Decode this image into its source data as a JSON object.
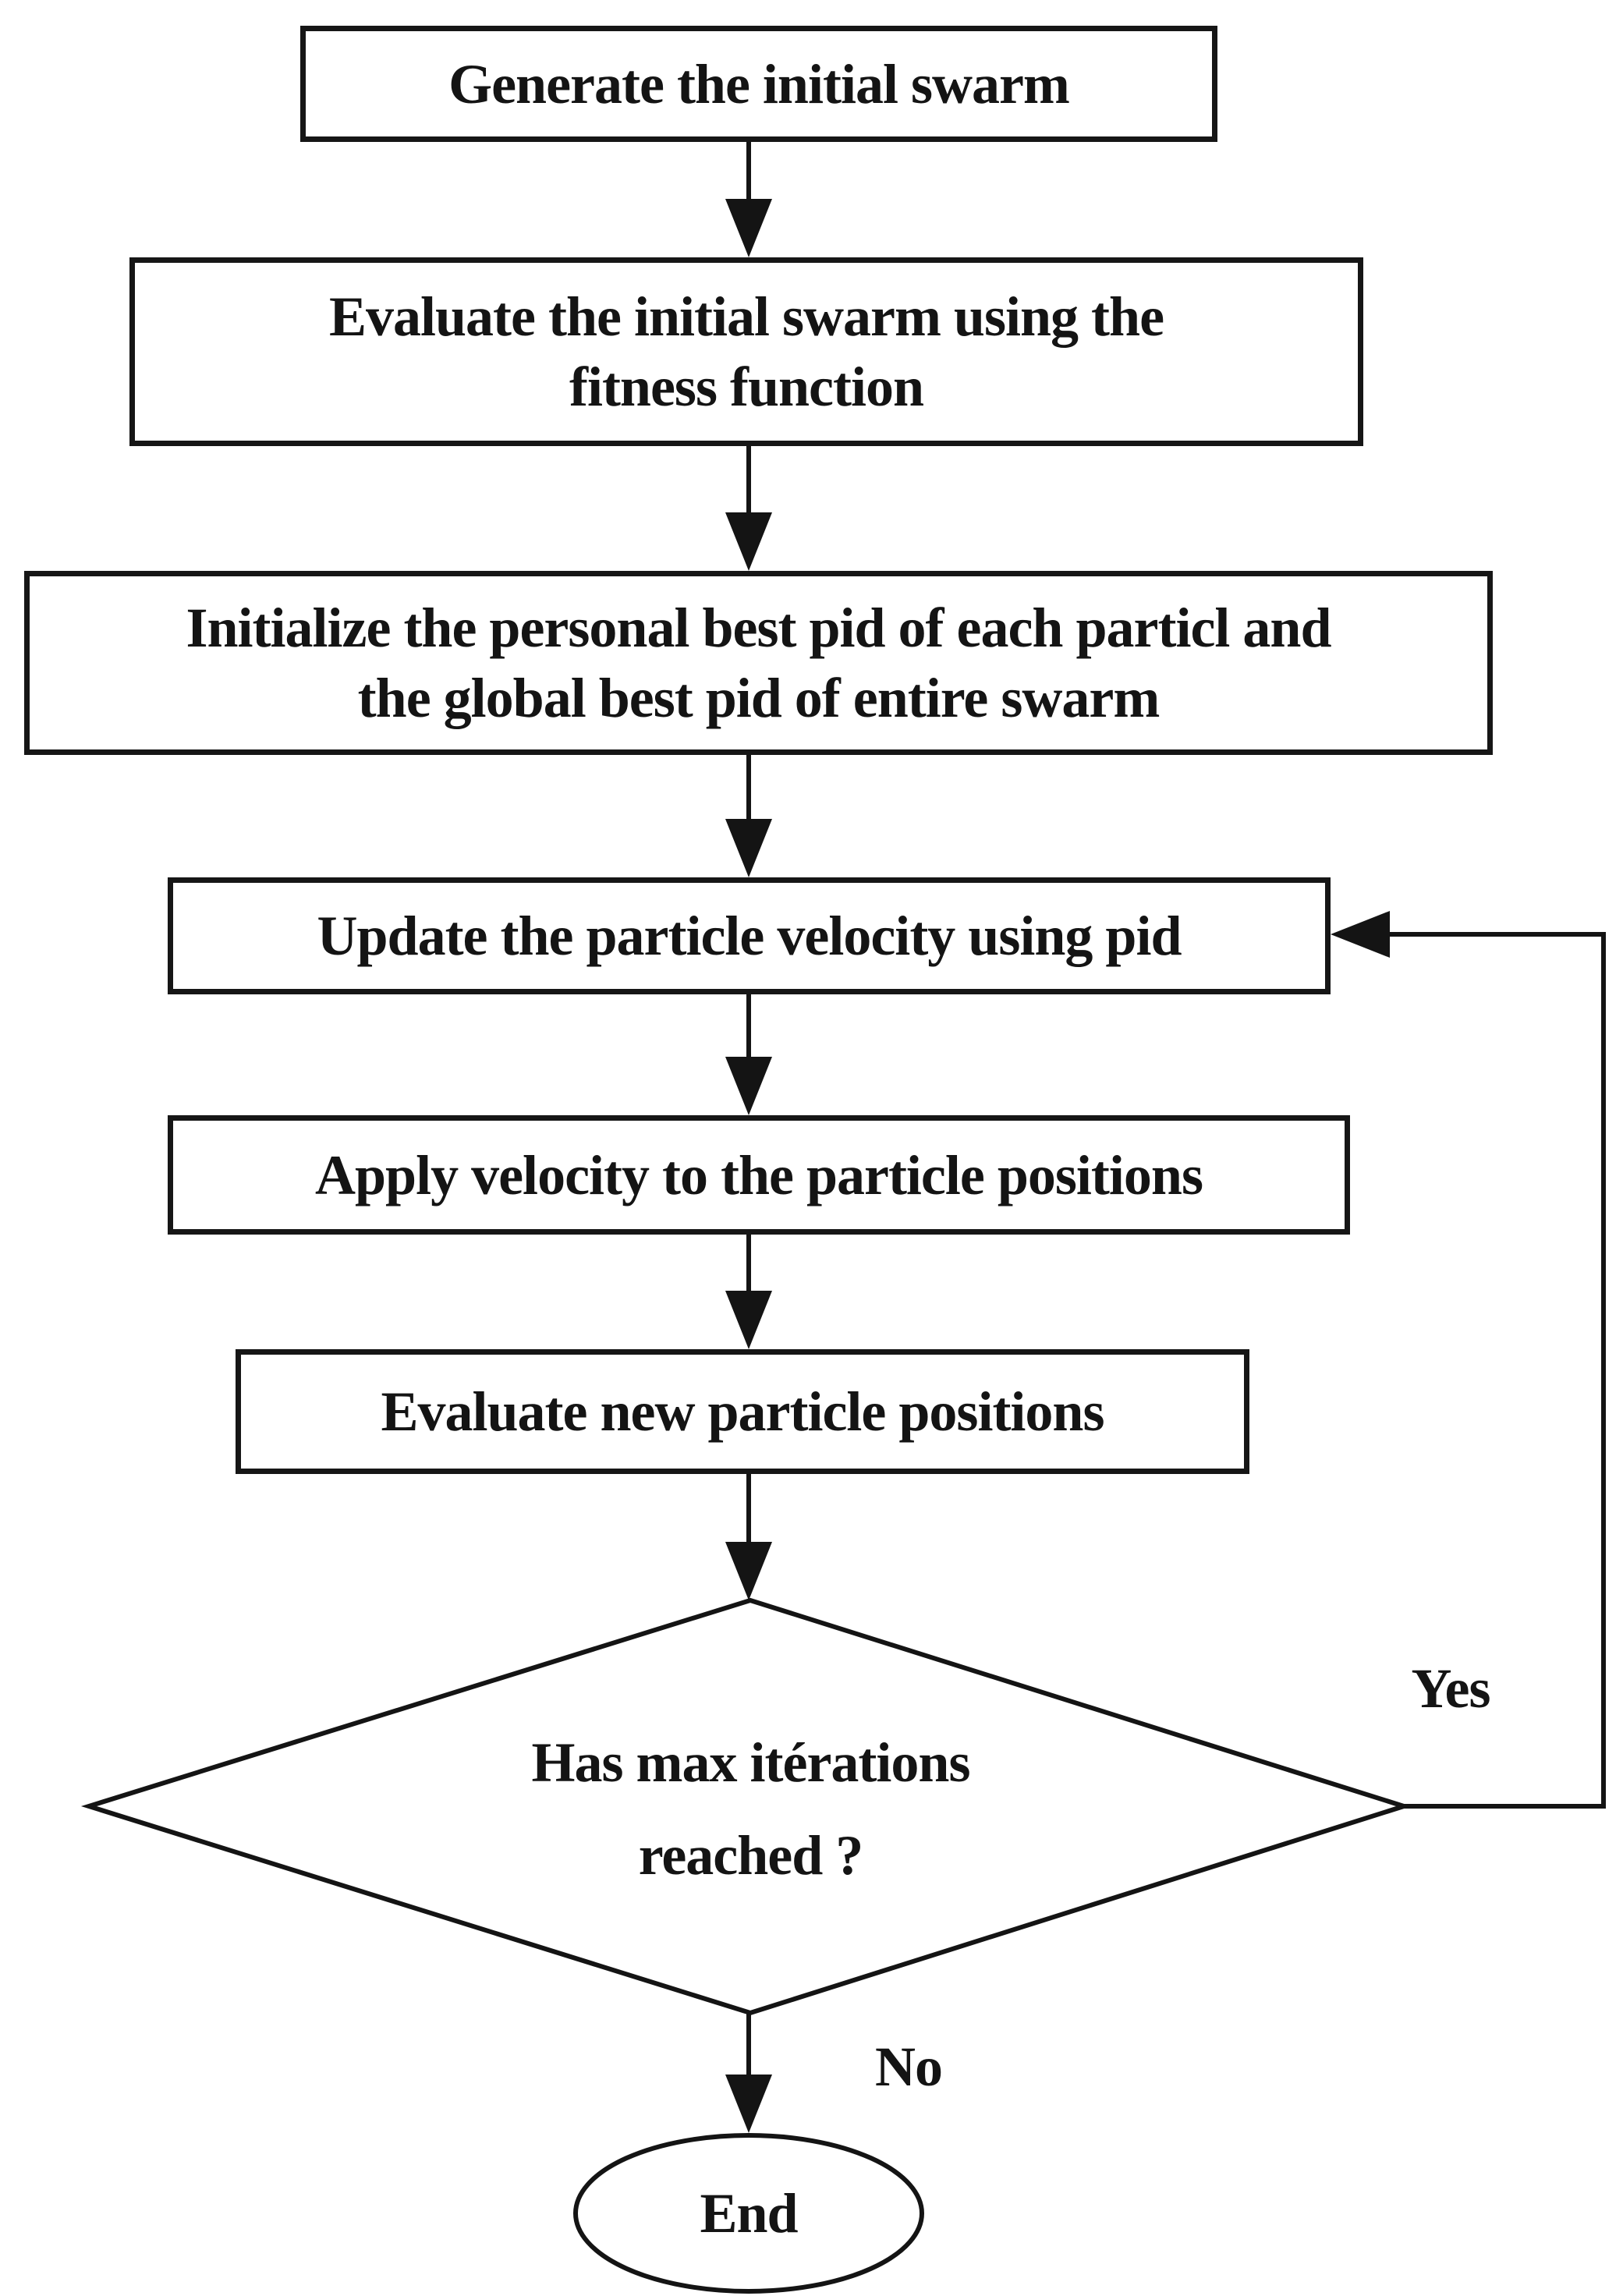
{
  "background": "#ffffff",
  "line_color": "#141414",
  "diagram": {
    "type": "flowchart",
    "topic": "particle swarm optimization loop",
    "nodes": [
      {
        "id": "generate-swarm",
        "shape": "rect",
        "label": "Generate the initial swarm",
        "lines": [
          "Generate the initial swarm"
        ]
      },
      {
        "id": "evaluate-initial-swarm",
        "shape": "rect",
        "label": "Evaluate the initial swarm using the fitness function",
        "lines": [
          "Evaluate the initial swarm using the",
          "fitness function"
        ]
      },
      {
        "id": "initialize-best",
        "shape": "rect",
        "label": "Initialize the personal best pid of each particl and the global best pid of entire swarm",
        "lines": [
          "Initialize the personal best pid of each particl and",
          "the global best pid of entire swarm"
        ]
      },
      {
        "id": "update-velocity",
        "shape": "rect",
        "label": "Update the particle velocity using pid",
        "lines": [
          "Update the particle velocity using pid"
        ]
      },
      {
        "id": "apply-velocity",
        "shape": "rect",
        "label": "Apply velocity to the particle positions",
        "lines": [
          "Apply velocity to the particle positions"
        ]
      },
      {
        "id": "evaluate-new-positions",
        "shape": "rect",
        "label": "Evaluate new particle positions",
        "lines": [
          "Evaluate new particle positions"
        ]
      },
      {
        "id": "max-iterations-decision",
        "shape": "diamond",
        "label": "Has max itérations reached ?",
        "lines": [
          "Has max itérations",
          "reached ?"
        ]
      },
      {
        "id": "end",
        "shape": "ellipse",
        "label": "End",
        "lines": [
          "End"
        ]
      }
    ],
    "edge_labels": {
      "yes": "Yes",
      "no": "No"
    },
    "edges": [
      {
        "from": "generate-swarm",
        "to": "evaluate-initial-swarm"
      },
      {
        "from": "evaluate-initial-swarm",
        "to": "initialize-best"
      },
      {
        "from": "initialize-best",
        "to": "update-velocity"
      },
      {
        "from": "update-velocity",
        "to": "apply-velocity"
      },
      {
        "from": "apply-velocity",
        "to": "evaluate-new-positions"
      },
      {
        "from": "evaluate-new-positions",
        "to": "max-iterations-decision"
      },
      {
        "from": "max-iterations-decision",
        "to": "update-velocity",
        "label": "Yes"
      },
      {
        "from": "max-iterations-decision",
        "to": "end",
        "label": "No"
      }
    ]
  }
}
